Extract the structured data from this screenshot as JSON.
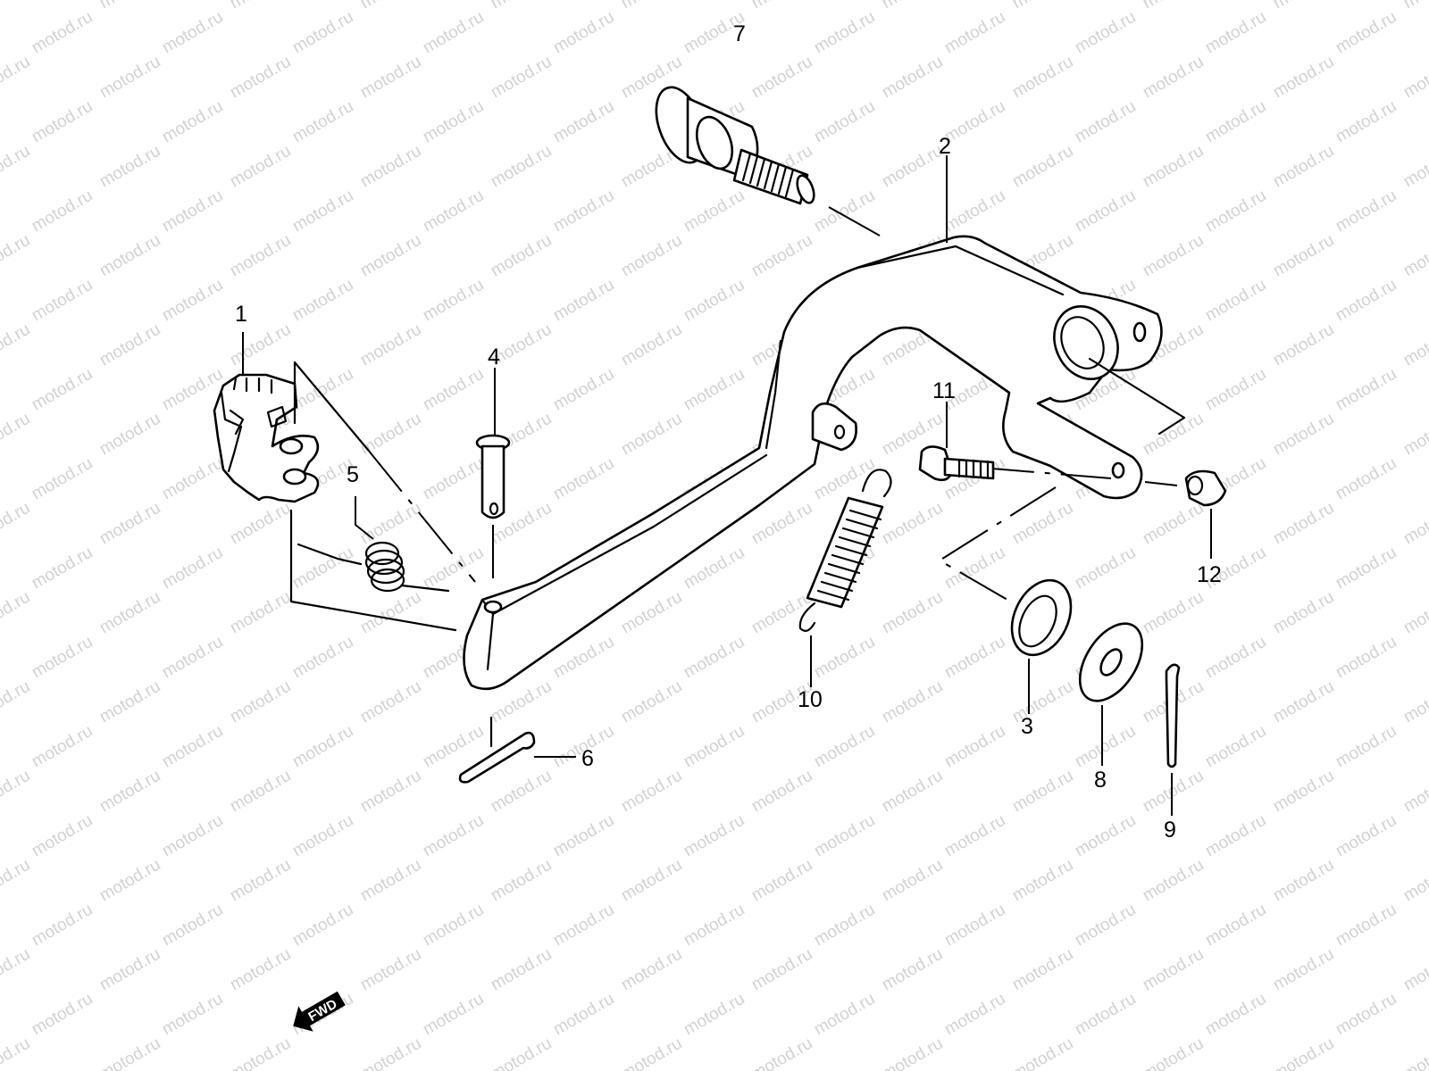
{
  "watermark": {
    "text": "motod.ru",
    "color": "#d2d2d2"
  },
  "callouts": [
    {
      "id": "1",
      "label": "1"
    },
    {
      "id": "2",
      "label": "2"
    },
    {
      "id": "3",
      "label": "3"
    },
    {
      "id": "4",
      "label": "4"
    },
    {
      "id": "5",
      "label": "5"
    },
    {
      "id": "6",
      "label": "6"
    },
    {
      "id": "7",
      "label": "7"
    },
    {
      "id": "8",
      "label": "8"
    },
    {
      "id": "9",
      "label": "9"
    },
    {
      "id": "10",
      "label": "10"
    },
    {
      "id": "11",
      "label": "11"
    },
    {
      "id": "12",
      "label": "12"
    }
  ],
  "direction_badge": {
    "text": "FWD",
    "icon": "fwd-arrow-icon"
  },
  "colors": {
    "line": "#000000",
    "background": "#ffffff"
  }
}
